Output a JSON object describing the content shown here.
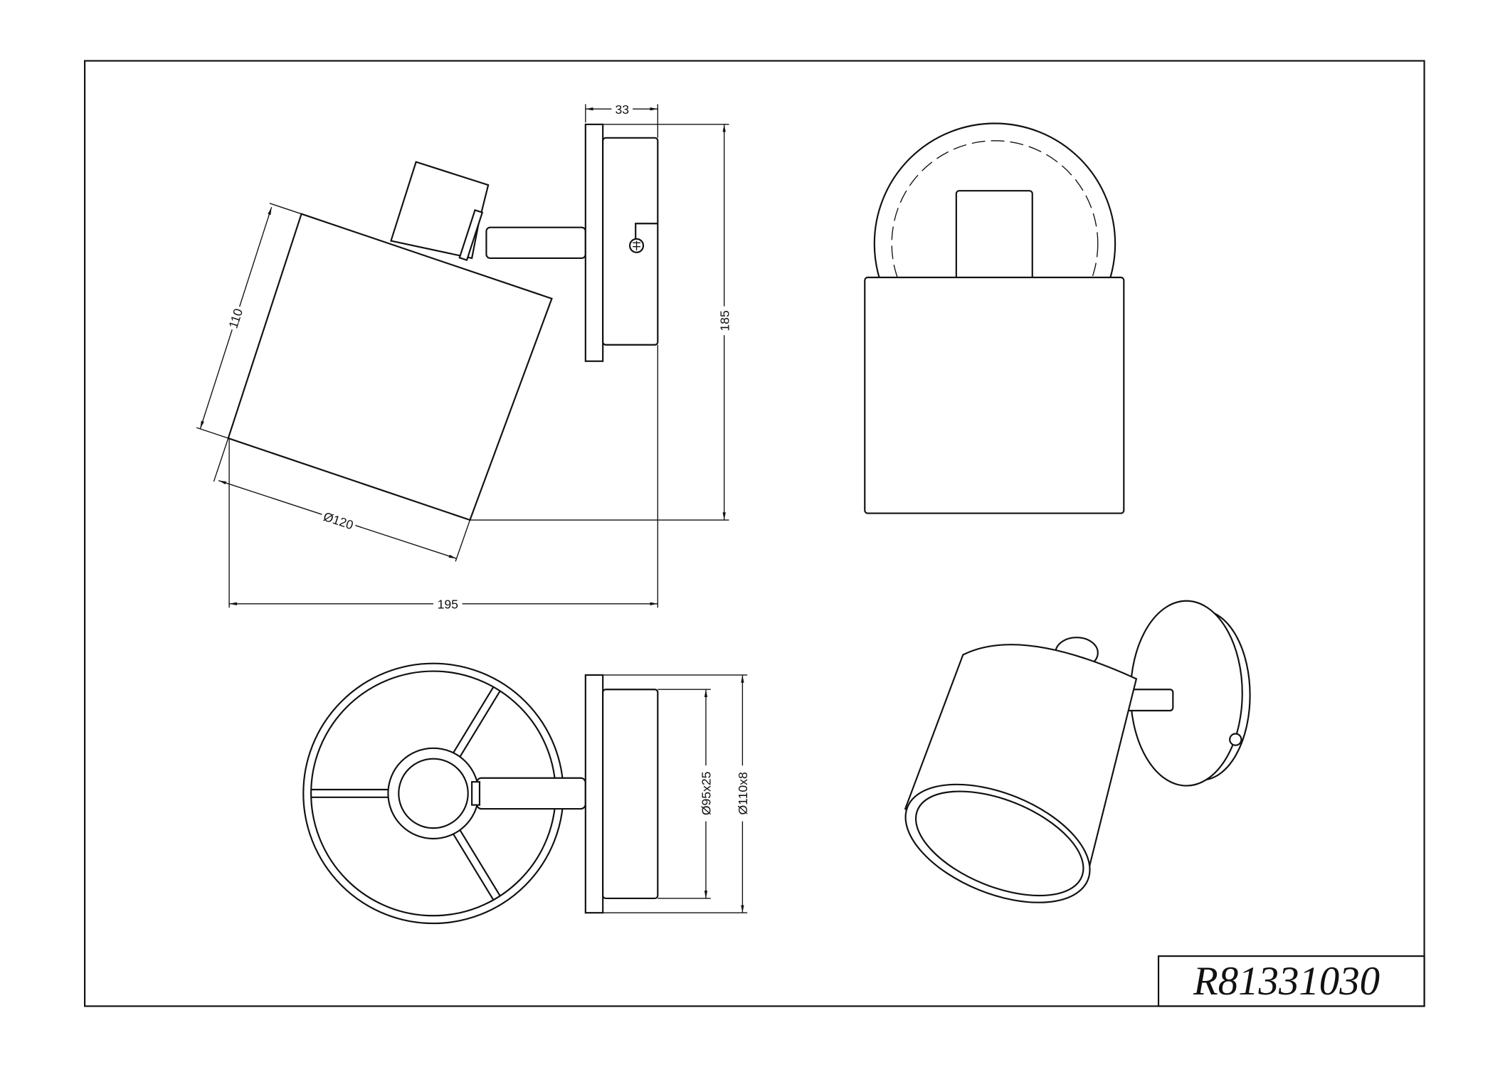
{
  "drawing": {
    "part_number": "R81331030",
    "dimensions": {
      "depth_plate": "33",
      "height": "185",
      "length": "195",
      "shade_length": "110",
      "shade_diameter": "Ø120",
      "canopy": "Ø95x25",
      "wall_plate": "Ø110x8"
    }
  }
}
